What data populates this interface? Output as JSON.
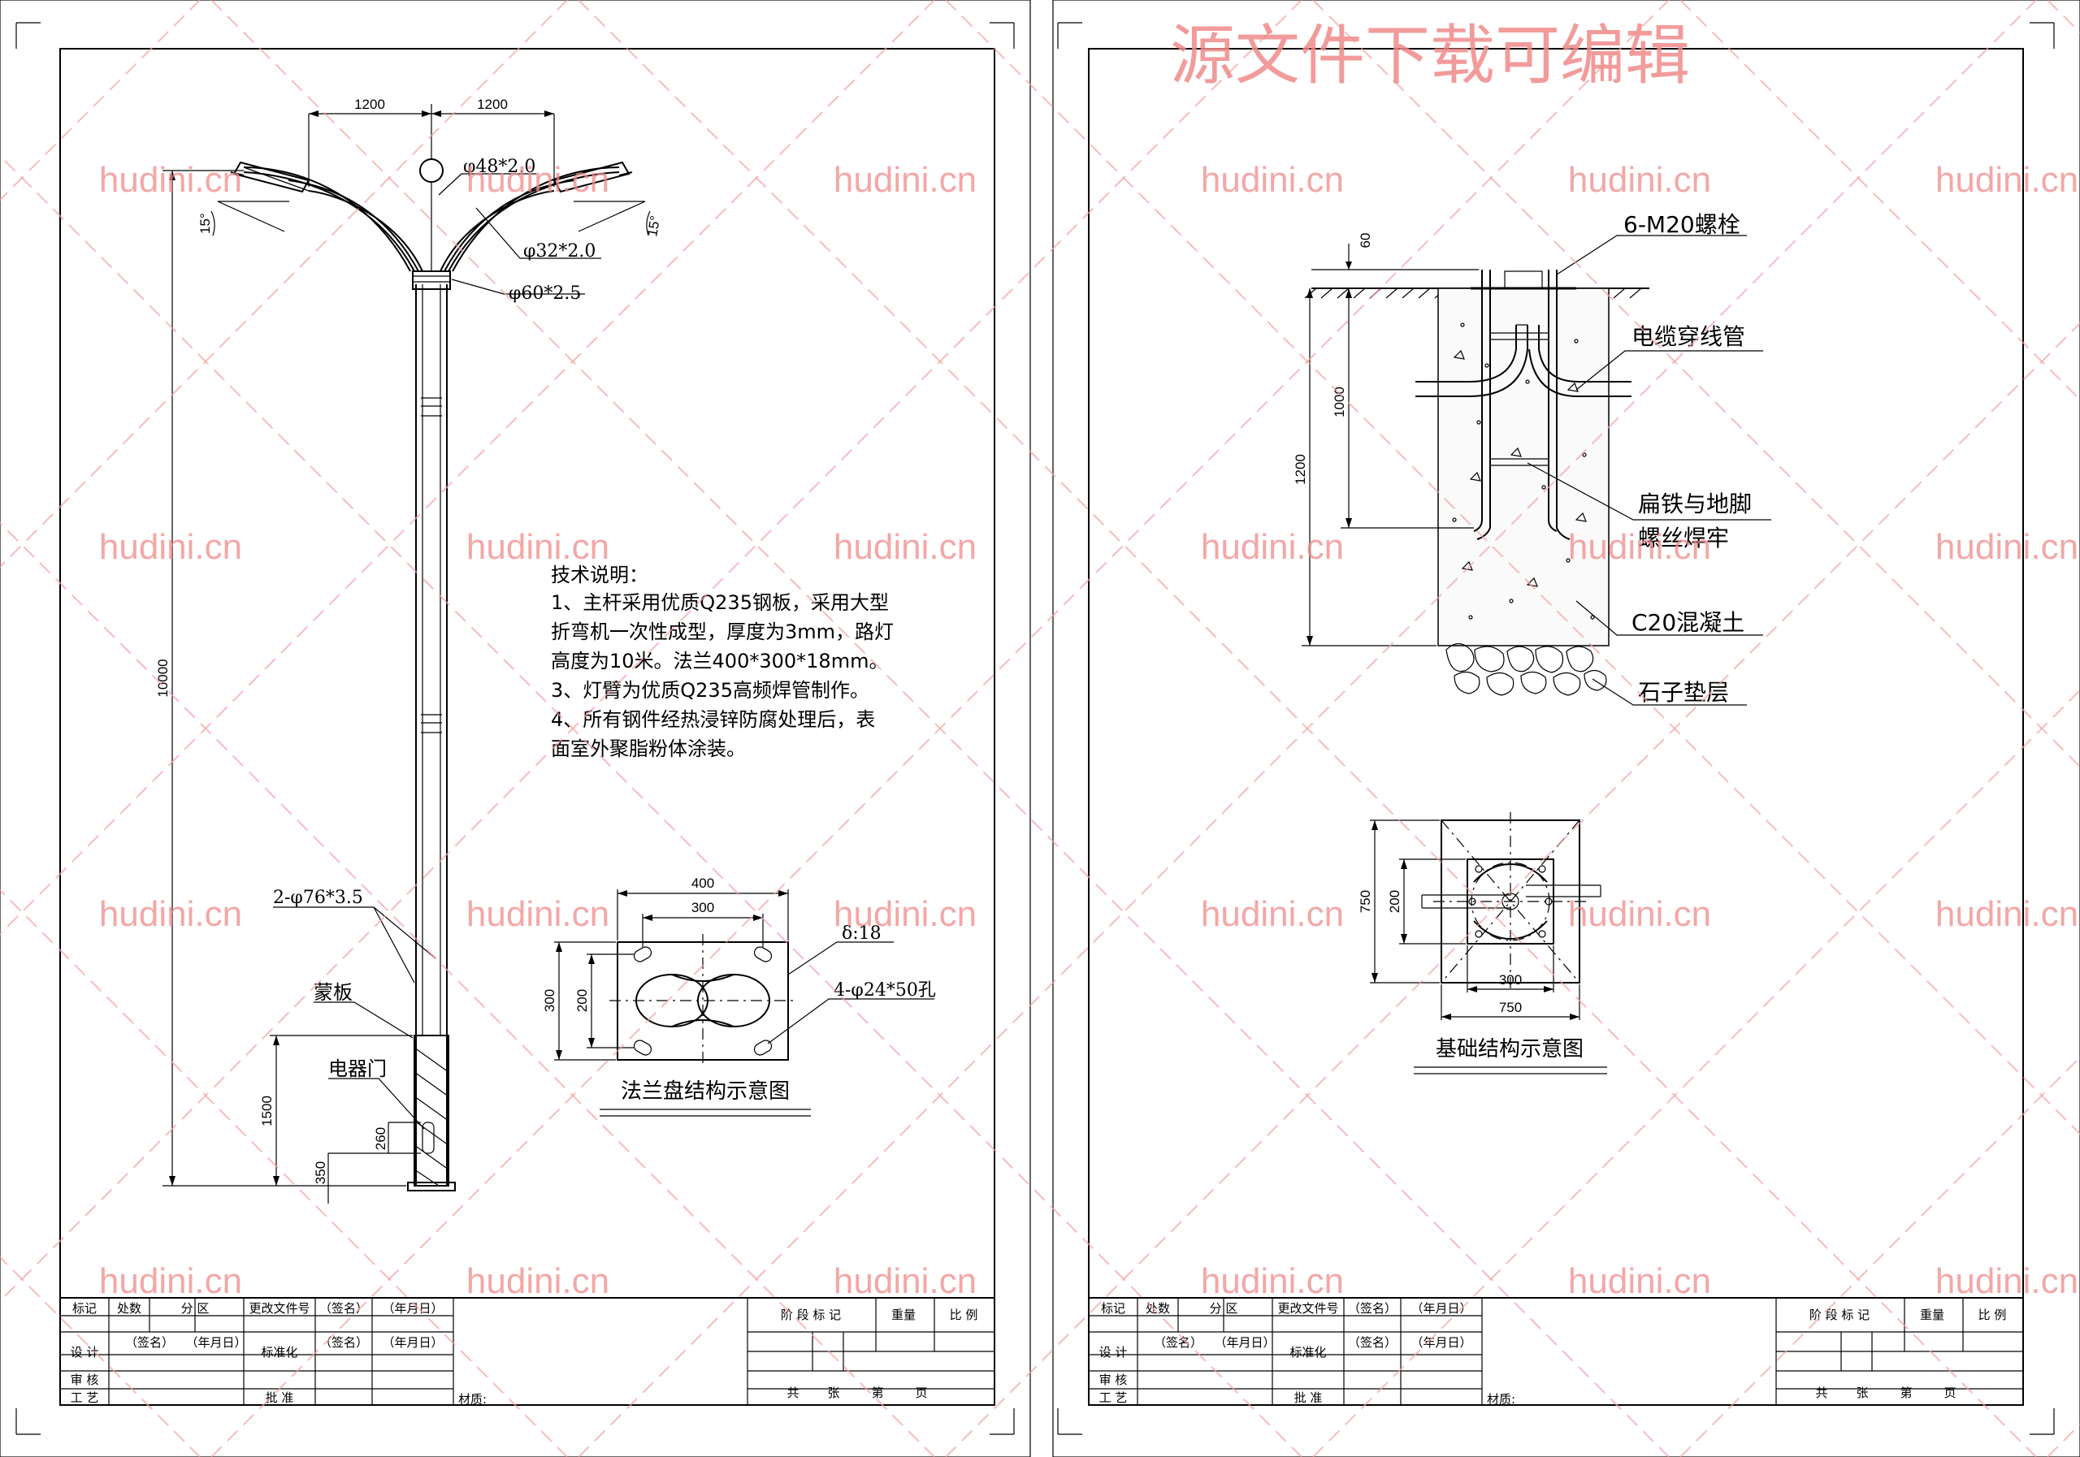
{
  "watermark": {
    "site": "hudini.cn",
    "title": "源文件下载可编辑"
  },
  "left_sheet": {
    "pole_dims": {
      "arm_span_left": "1200",
      "arm_span_right": "1200",
      "phi48": "φ48*2.0",
      "phi32": "φ32*2.0",
      "phi60": "φ60*2.5",
      "angle_left": "15°",
      "angle_right": "15°",
      "height_total": "10000",
      "base_height": "1500",
      "door_height": "260",
      "door_offset": "350",
      "pipes": "2-φ76*3.5",
      "cover_plate": "蒙板",
      "electrical_door": "电器门"
    },
    "notes": {
      "heading": "技术说明：",
      "lines": [
        "1、主杆采用优质Q235钢板，采用大型",
        "折弯机一次性成型，厚度为3mm，路灯",
        "高度为10米。法兰400*300*18mm。",
        "3、灯臂为优质Q235高频焊管制作。",
        "4、所有钢件经热浸锌防腐处理后，表",
        "面室外聚脂粉体涂装。"
      ]
    },
    "flange": {
      "width_outer": "400",
      "width_inner": "300",
      "height_outer": "300",
      "height_inner": "200",
      "thickness": "δ:18",
      "holes": "4-φ24*50孔",
      "caption": "法兰盘结构示意图"
    }
  },
  "right_sheet": {
    "foundation": {
      "bolts": "6-M20螺栓",
      "cable_pipe": "电缆穿线管",
      "flat_iron_1": "扁铁与地脚",
      "flat_iron_2": "螺丝焊牢",
      "concrete": "C20混凝土",
      "gravel": "石子垫层",
      "dim_top": "60",
      "dim_bolt": "1000",
      "dim_depth": "1200"
    },
    "plan": {
      "dim_750_v": "750",
      "dim_200_v": "200",
      "dim_300_h": "300",
      "dim_750_h": "750",
      "caption": "基础结构示意图"
    }
  },
  "title_block": {
    "mark": "标记",
    "count": "处数",
    "zone": "分 区",
    "change_doc": "更改文件号",
    "sign": "（签名）",
    "date": "（年月日）",
    "design": "设 计",
    "standard": "标准化",
    "review": "审 核",
    "process": "工 艺",
    "approve": "批 准",
    "material": "材质:",
    "stage_mark": "阶 段 标 记",
    "weight": "重量",
    "scale": "比 例",
    "total": "共",
    "sheets": "张",
    "page_no": "第",
    "page": "页"
  }
}
